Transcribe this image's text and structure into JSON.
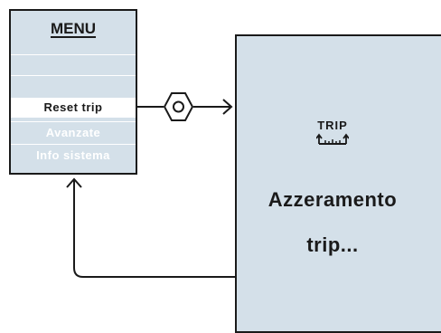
{
  "menu": {
    "title": "MENU",
    "items": [
      {
        "label": "",
        "selected": false
      },
      {
        "label": "",
        "selected": false
      },
      {
        "label": "Reset trip",
        "selected": true
      },
      {
        "label": "Avanzate",
        "selected": false
      },
      {
        "label": "Info sistema",
        "selected": false
      }
    ]
  },
  "trip_screen": {
    "icon_label": "TRIP",
    "icon": "trip-odometer-icon",
    "message_line1": "Azzeramento",
    "message_line2": "trip..."
  },
  "flow": {
    "button_icon": "hexagon-button-icon",
    "forward_arrow": "arrow-right-icon",
    "return_arrow": "arrow-up-return-icon"
  },
  "colors": {
    "screen_bg": "#d4e0e9",
    "border": "#1a1a1a",
    "selected_bg": "#ffffff",
    "text_light": "#ffffff",
    "text_dark": "#1a1a1a"
  }
}
